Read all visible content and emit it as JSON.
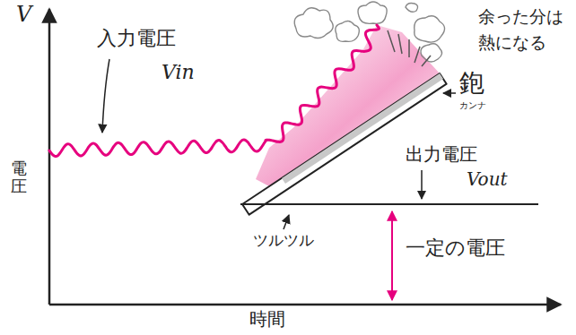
{
  "diagram": {
    "labels": [
      "V",
      "入力電圧",
      "Vin",
      "余った分は 熱になる",
      "鉋",
      "カンナ",
      "出力電圧",
      "Vout",
      "電圧",
      "ツルツル",
      "一定の電圧",
      "時間"
    ]
  }
}
